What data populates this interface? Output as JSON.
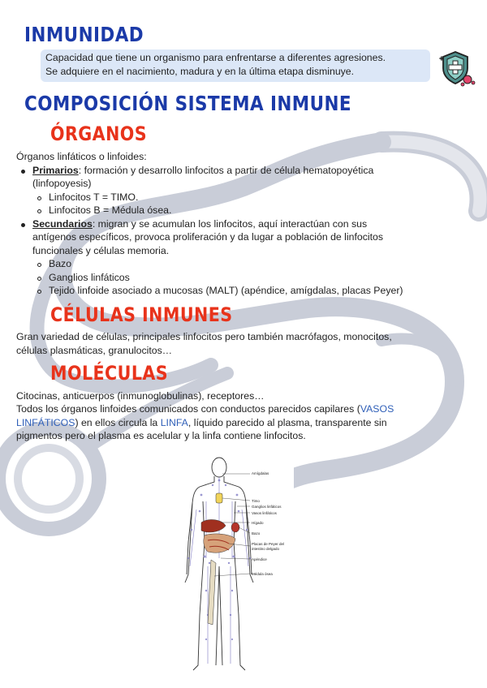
{
  "title": "INMUNIDAD",
  "intro": {
    "line1": "Capacidad que tiene un organismo para enfrentarse a diferentes agresiones.",
    "line2": "Se adquiere en el nacimiento, madura y en la última etapa disminuye."
  },
  "section_title": "COMPOSICIÓN SISTEMA INMUNE",
  "organos": {
    "heading": "ÓRGANOS",
    "intro": "Órganos linfáticos o linfoides:",
    "primarios": {
      "term": "Primarios",
      "line1": ": formación y desarrollo linfocitos a partir de célula hematopoyética",
      "line2": "(linfopoyesis)",
      "items": [
        "Linfocitos T = TIMO.",
        "Linfocitos B = Médula ósea."
      ]
    },
    "secundarios": {
      "term": "Secundarios",
      "line1": ": migran y se acumulan los linfocitos, aquí interactúan con sus",
      "line2": "antígenos específicos, provoca proliferación y da lugar a población de linfocitos",
      "line3": "funcionales y células memoria.",
      "items": [
        "Bazo",
        "Ganglios linfáticos",
        "Tejido linfoide asociado a mucosas (MALT) (apéndice, amígdalas, placas Peyer)"
      ]
    }
  },
  "celulas": {
    "heading": "CÉLULAS INMUNES",
    "line1": "Gran variedad de células, principales linfocitos pero también macrófagos, monocitos,",
    "line2": "células plasmáticas, granulocitos…"
  },
  "moleculas": {
    "heading": "MOLÉCULAS",
    "line1": "Citocinas, anticuerpos (inmunoglobulinas), receptores…",
    "line2_a": "Todos los órganos linfoides comunicados con conductos parecidos capilares (",
    "line2_link": "VASOS",
    "line3_link": "LINFÁTICOS",
    "line3_a": ") en ellos circula la ",
    "line3_link2": "LINFA",
    "line3_b": ", líquido parecido al plasma, transparente sin",
    "line4": "pigmentos pero el plasma es acelular y la linfa contiene linfocitos."
  },
  "diagram_labels": {
    "amigdalas": "Amígdalas",
    "timo": "Timo",
    "vasos": "Vasos linfáticos",
    "higado": "Hígado",
    "bazo": "Bazo",
    "placas1": "Placas de Peyer del",
    "placas2": "intestino delgado",
    "apendice": "Apéndice",
    "medula": "Médula ósea",
    "ganglios": "Ganglios linfáticos"
  },
  "colors": {
    "heading_blue": "#1b3aa8",
    "heading_red": "#e8331b",
    "highlight_box": "#dce7f7",
    "link_blue": "#2f5fb8"
  },
  "icons": [
    "virus-shield-icon",
    "stethoscope-illustration"
  ]
}
